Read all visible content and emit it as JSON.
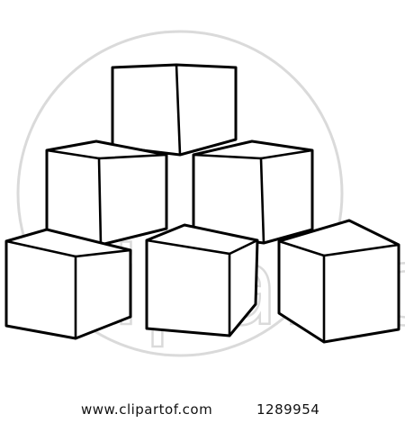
{
  "image": {
    "subject": "",
    "watermark_text": "clipartof",
    "colors": {
      "line": "#000000",
      "fill": "#ffffff",
      "watermark": "#969696"
    }
  },
  "footer": {
    "site": "www.clipartof.com",
    "image_id": "1289954"
  }
}
